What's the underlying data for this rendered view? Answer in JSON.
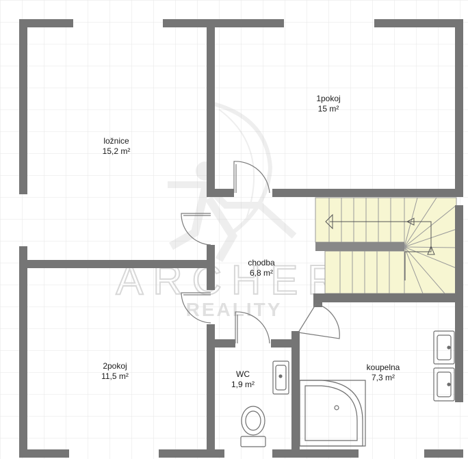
{
  "rooms": {
    "loznice": {
      "name": "ložnice",
      "area": "15,2 m²"
    },
    "pokoj1": {
      "name": "1pokoj",
      "area": "15 m²"
    },
    "chodba": {
      "name": "chodba",
      "area": "6,8 m²"
    },
    "pokoj2": {
      "name": "2pokoj",
      "area": "11,5 m²"
    },
    "wc": {
      "name": "WC",
      "area": "1,9 m²"
    },
    "koupelna": {
      "name": "koupelna",
      "area": "7,3 m²"
    }
  },
  "watermark": {
    "line1": "ARCHER",
    "line2": "REALITY"
  },
  "colors": {
    "wall": "#757575",
    "grid": "#e6e6e6",
    "stair": "#f7f6d2",
    "fixture": "#6e6e6e"
  }
}
